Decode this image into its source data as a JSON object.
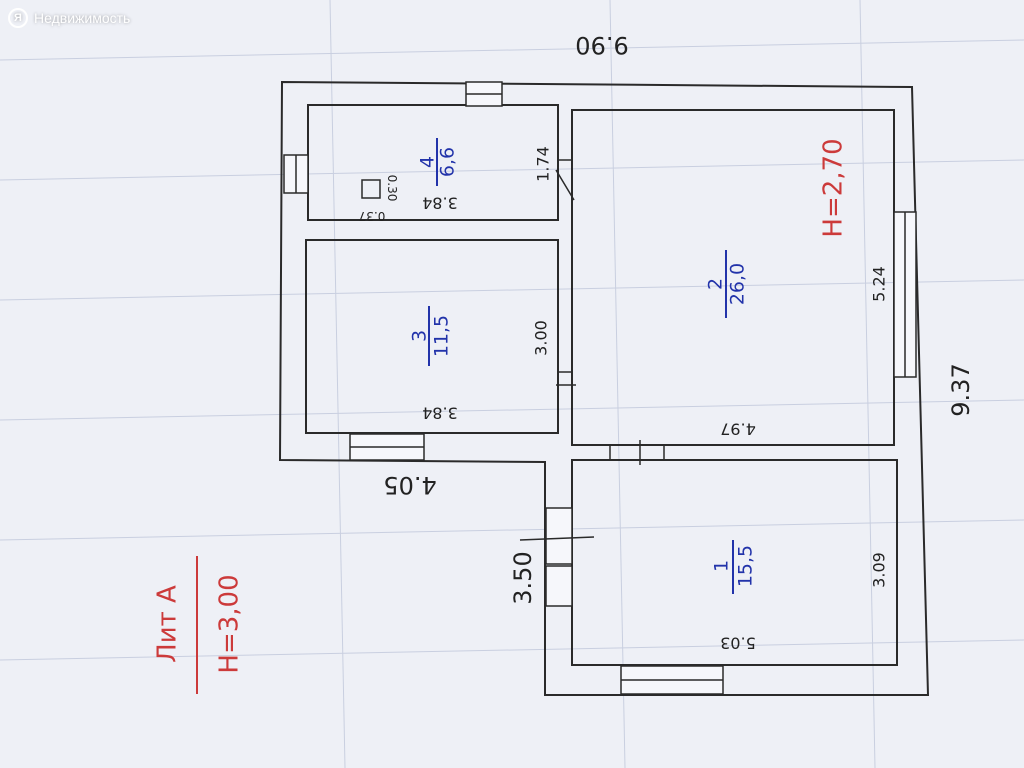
{
  "watermark": {
    "logo": "Я",
    "text": "Недвижимость"
  },
  "colors": {
    "wall": "#2a2a2a",
    "room_label": "#2233aa",
    "red": "#cc3a3a",
    "paper": "#eef0f6"
  },
  "overall": {
    "width": "9.90",
    "depth": "9.37",
    "left_depth": "4.05",
    "bottom_depth": "3.50"
  },
  "rooms": [
    {
      "number": "1",
      "area": "15,5",
      "dim_a": "5.03",
      "dim_b": "3.09"
    },
    {
      "number": "2",
      "area": "26,0",
      "dim_a": "4.97",
      "dim_b": "5.24"
    },
    {
      "number": "3",
      "area": "11,5",
      "dim_a": "3.84",
      "dim_b": "3.00"
    },
    {
      "number": "4",
      "area": "6,6",
      "dim_a": "3.84",
      "dim_b": "1.74"
    }
  ],
  "column": {
    "w": "0.37",
    "h": "0.30"
  },
  "room2_height": "H=2,70",
  "lit": {
    "name": "Лит А",
    "height": "H=3,00"
  }
}
